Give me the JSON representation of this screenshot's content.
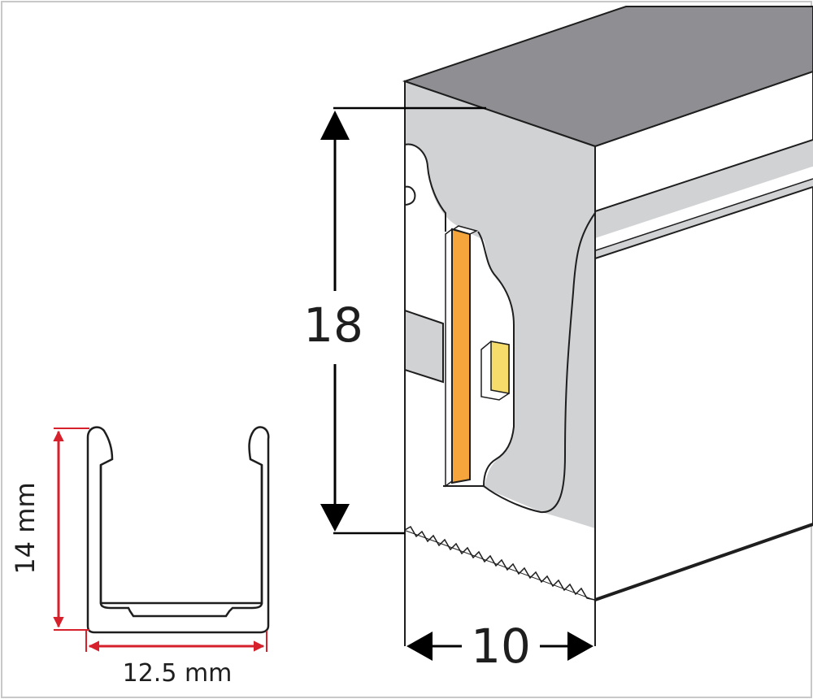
{
  "diagram": {
    "profile_3d": {
      "height_label": "18",
      "width_label": "10"
    },
    "channel_2d": {
      "height_label": "14 mm",
      "width_label": "12.5 mm"
    }
  },
  "colors": {
    "frame": "#c8c8c8",
    "outline": "#1e1e1e",
    "top_face": "#8f8f93",
    "front_face": "#d1d2d4",
    "side_face": "#ffffff",
    "led_strip": "#f5a53c",
    "led_chip": "#f6dc6a",
    "dimension_red": "#d6202b",
    "dimension_black": "#000000"
  }
}
